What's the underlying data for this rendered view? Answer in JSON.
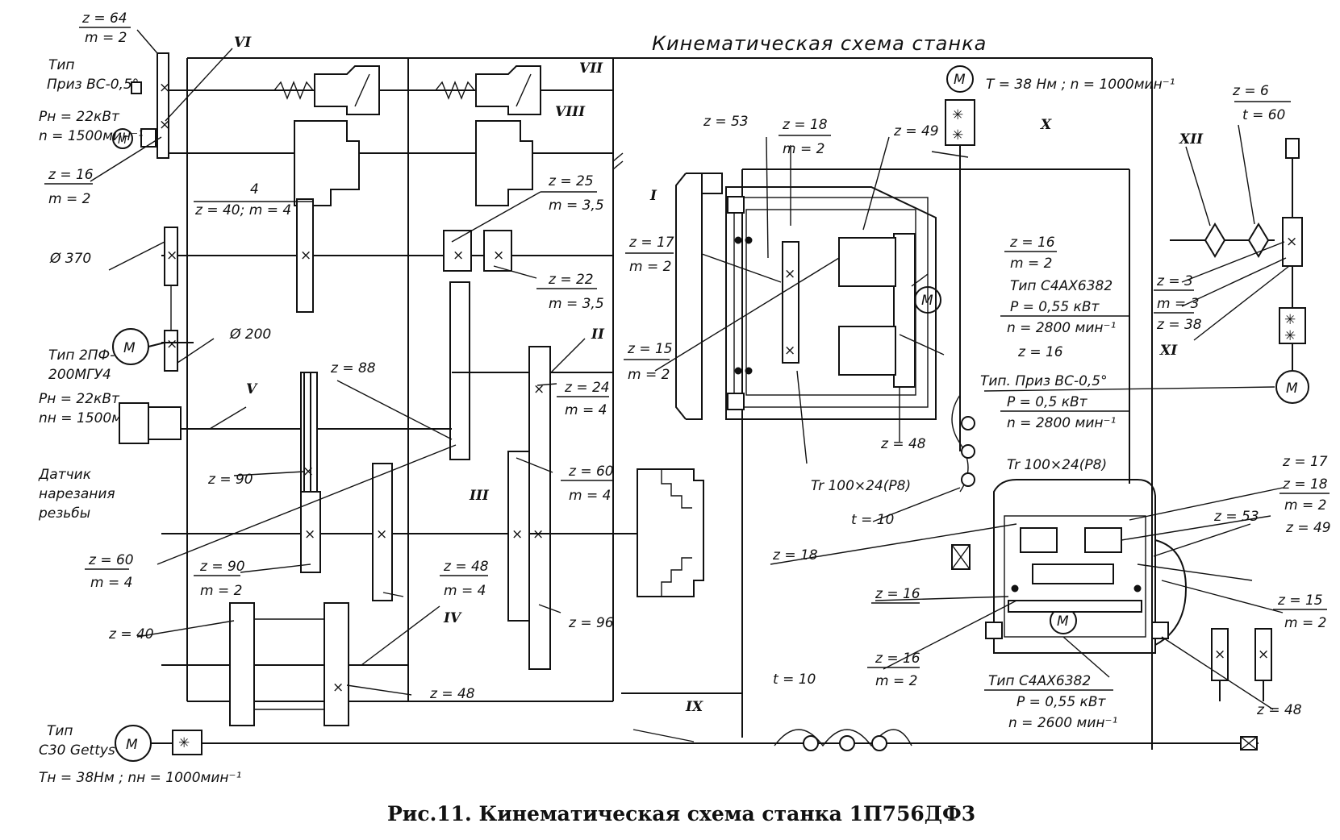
{
  "title": "Кинематическая схема станка",
  "caption": "Рис.11. Кинематическая схема станка 1П756ДФ3",
  "shafts": [
    "I",
    "II",
    "III",
    "IV",
    "V",
    "VI",
    "VII",
    "VIII",
    "IX",
    "X",
    "XI",
    "XII"
  ],
  "labels": {
    "z64": "z = 64",
    "m2a": "m = 2",
    "tip_vc1": "Тип",
    "priz_vc1": "Приз ВС-0,5°",
    "pn22a": "Pн = 22кВт",
    "n1500a": "n = 1500мин⁻¹",
    "z16a": "z = 16",
    "m2b": "m = 2",
    "n4": "4",
    "z40m4": "z = 40; m = 4",
    "d370": "Ø 370",
    "tip_2pf": "Тип 2ПФ-",
    "tip_2pf2": "200МГУ4",
    "d200": "Ø 200",
    "pn22b": "Pн = 22кВт",
    "n1500b": "nн = 1500мин⁻¹",
    "sensor1": "Датчик",
    "sensor2": "нарезания",
    "sensor3": "резьбы",
    "z88": "z = 88",
    "z90a": "z = 90",
    "z60a": "z = 60",
    "m4a": "m = 4",
    "z90b": "z = 90",
    "m2c": "m = 2",
    "z40": "z = 40",
    "z48a": "z = 48",
    "m4b": "m = 4",
    "z48b": "z = 48",
    "z25": "z = 25",
    "m35a": "m = 3,5",
    "z22": "z = 22",
    "m35b": "m = 3,5",
    "z17a": "z = 17",
    "m2d": "m = 2",
    "z15a": "z = 15",
    "m2e": "m = 2",
    "z24": "z = 24",
    "m4c": "m = 4",
    "z60b": "z = 60",
    "m4d": "m = 4",
    "z96": "z = 96",
    "tip_c30": "Тип",
    "c30": "С30 Gettys",
    "tn38": "Tн = 38Нм ; nн = 1000мин⁻¹",
    "z53a": "z = 53",
    "z18a": "z = 18",
    "m2f": "m = 2",
    "z49a": "z = 49",
    "t38": "T = 38 Нм ; n = 1000мин⁻¹",
    "z16b": "z = 16",
    "m2g": "m = 2",
    "tip_c4a": "Тип С4АХ6382",
    "p055a": "P = 0,55 кВт",
    "n2800a": "n = 2800 мин⁻¹",
    "z16c": "z = 16",
    "tip_vc2": "Тип. Приз ВС-0,5°",
    "p05": "P = 0,5 кВт",
    "n2800b": "n = 2800 мин⁻¹",
    "z48c": "z = 48",
    "tr1": "Tr 100×24(P8)",
    "tr2": "Tr 100×24(P8)",
    "t10a": "t = 10",
    "t10b": "t = 10",
    "z18b": "z = 18",
    "z16d": "z = 16",
    "z16e": "z = 16",
    "m2h": "m = 2",
    "tip_c4b": "Тип С4АХ6382",
    "p055b": "P = 0,55 кВт",
    "n2600": "n = 2600 мин⁻¹",
    "z17b": "z = 17",
    "z18c": "z = 18",
    "m2i": "m = 2",
    "z53b": "z = 53",
    "z49b": "z = 49",
    "z15b": "z = 15",
    "m2j": "m = 2",
    "z48d": "z = 48",
    "z6": "z = 6",
    "t60": "t = 60",
    "z3": "z = 3",
    "m3": "m = 3",
    "z38": "z = 38",
    "motor": "M"
  }
}
